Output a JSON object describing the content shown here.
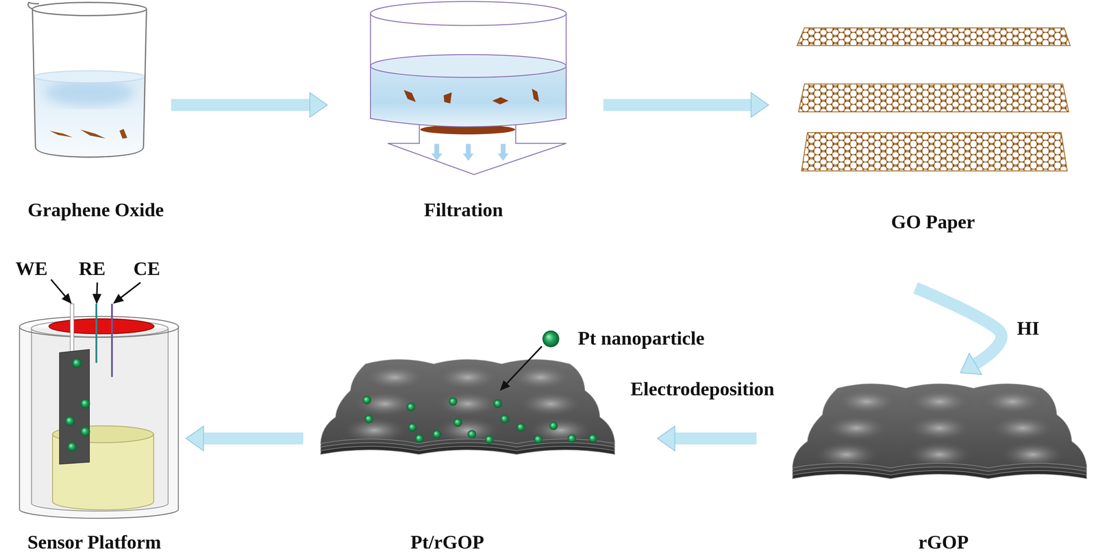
{
  "diagram": {
    "nodes": [
      {
        "text": [
          "Graphene Oxide"
        ]
      },
      {
        "text": [
          "Filtration"
        ]
      },
      {
        "text": [
          "GO Paper"
        ]
      },
      {
        "text": [
          "Sensor Platform"
        ]
      },
      {
        "text": [
          "Pt/rGOP"
        ]
      },
      {
        "text": [
          "rGOP"
        ]
      }
    ],
    "edges": [
      {
        "from": 0,
        "to": 1,
        "arrow": "to"
      },
      {
        "from": 1,
        "to": 2,
        "arrow": "to"
      },
      {
        "from": 2,
        "to": 5,
        "label": "HI",
        "arrow": "to"
      },
      {
        "from": 5,
        "to": 4,
        "label": "Electrodeposition",
        "arrow": "to"
      },
      {
        "from": 4,
        "to": 3,
        "arrow": "to"
      }
    ],
    "labels": [
      "WE",
      "RE",
      "CE",
      "Pt nanoparticle"
    ]
  }
}
